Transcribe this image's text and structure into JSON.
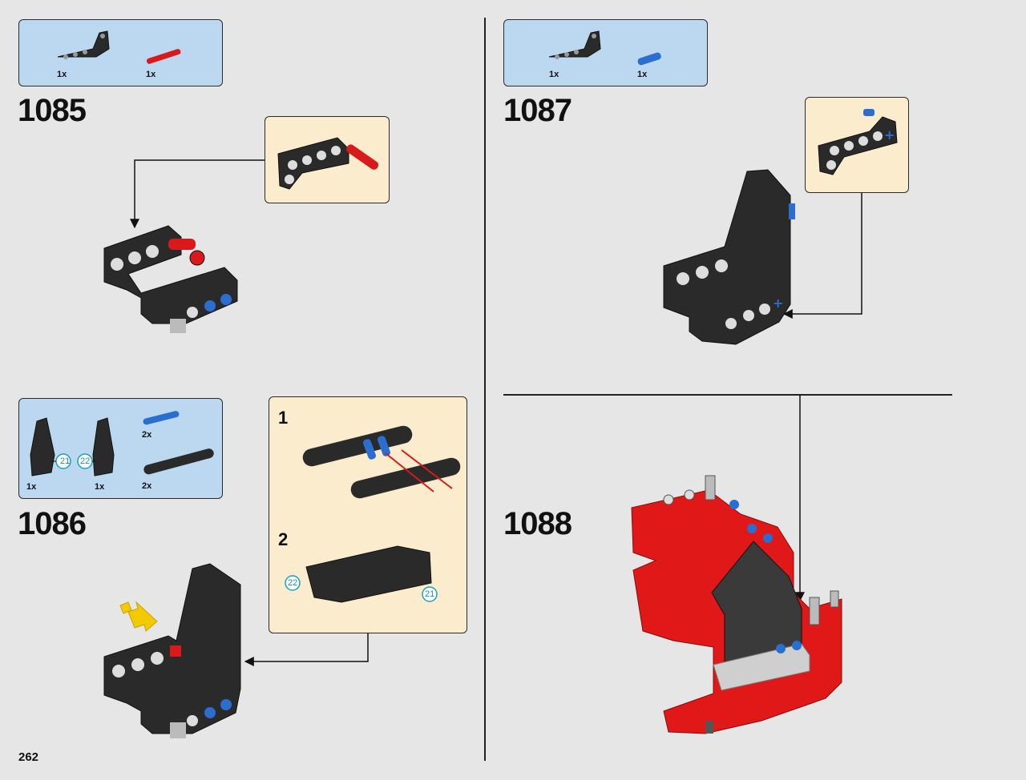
{
  "page_number": "262",
  "steps": [
    {
      "number": "1085",
      "parts": [
        {
          "name": "black-angled-liftarm",
          "qty": "1x"
        },
        {
          "name": "red-axle-pin",
          "qty": "1x"
        }
      ]
    },
    {
      "number": "1086",
      "parts": [
        {
          "name": "black-panel-21",
          "qty": "1x",
          "label": "21"
        },
        {
          "name": "black-panel-22",
          "qty": "1x",
          "label": "22"
        },
        {
          "name": "blue-axle-pin",
          "qty": "2x"
        },
        {
          "name": "black-liftarm-7",
          "qty": "2x"
        }
      ],
      "substeps": [
        {
          "number": "1",
          "labels": []
        },
        {
          "number": "2",
          "labels": [
            "22",
            "21"
          ]
        }
      ]
    },
    {
      "number": "1087",
      "parts": [
        {
          "name": "black-angled-liftarm",
          "qty": "1x"
        },
        {
          "name": "blue-axle-pin",
          "qty": "1x"
        }
      ]
    },
    {
      "number": "1088",
      "parts": []
    }
  ],
  "colors": {
    "parts_box": "#bcd7f0",
    "callout": "#fbeccd",
    "red": "#e01818",
    "blue": "#2a6fcf",
    "black": "#2a2a2a",
    "arrow_yellow": "#f3c900"
  }
}
